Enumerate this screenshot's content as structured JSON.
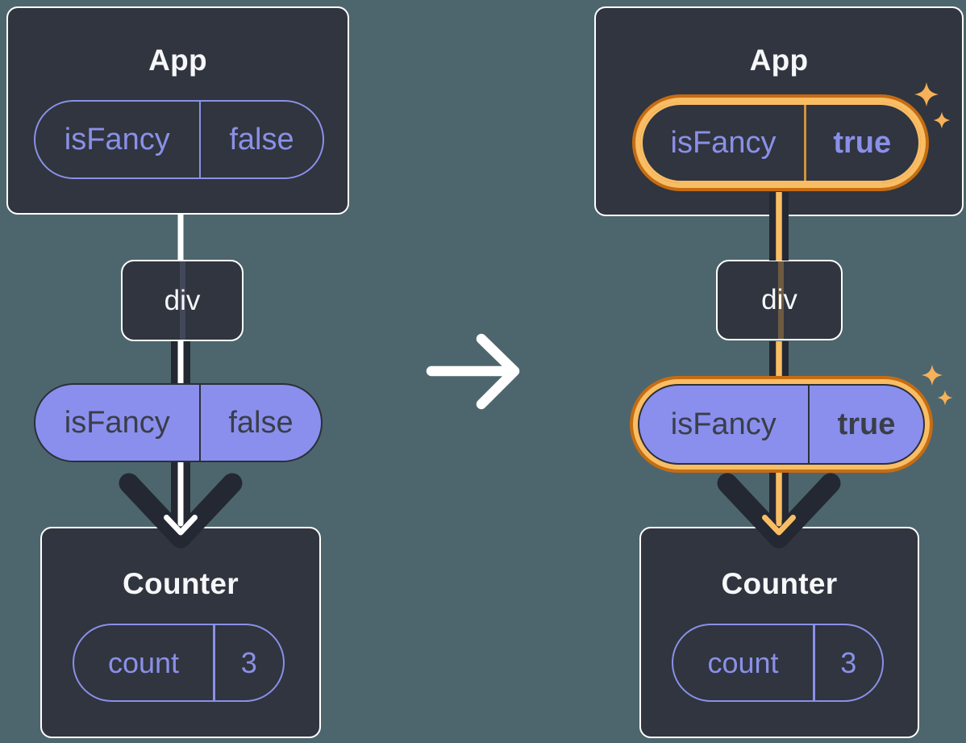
{
  "colors": {
    "background": "#4d666d",
    "card_background": "#30353f",
    "card_border": "#ffffff",
    "purple_accent": "#8a90e8",
    "pill_fill_purple": "#8a8fee",
    "dark_connector": "#242832",
    "dark_text": "#3a3e48",
    "highlight_orange_light": "#f9bd64",
    "highlight_orange_dark": "#c56c12",
    "sparkle_orange": "#f7b159",
    "white_connector": "#ffffff"
  },
  "before": {
    "app": {
      "title": "App",
      "prop_name": "isFancy",
      "prop_value": "false"
    },
    "div_node": {
      "label": "div"
    },
    "prop_pill": {
      "name": "isFancy",
      "value": "false"
    },
    "counter": {
      "title": "Counter",
      "state_name": "count",
      "state_value": "3"
    }
  },
  "after": {
    "app": {
      "title": "App",
      "prop_name": "isFancy",
      "prop_value": "true"
    },
    "div_node": {
      "label": "div"
    },
    "prop_pill": {
      "name": "isFancy",
      "value": "true"
    },
    "counter": {
      "title": "Counter",
      "state_name": "count",
      "state_value": "3"
    }
  }
}
